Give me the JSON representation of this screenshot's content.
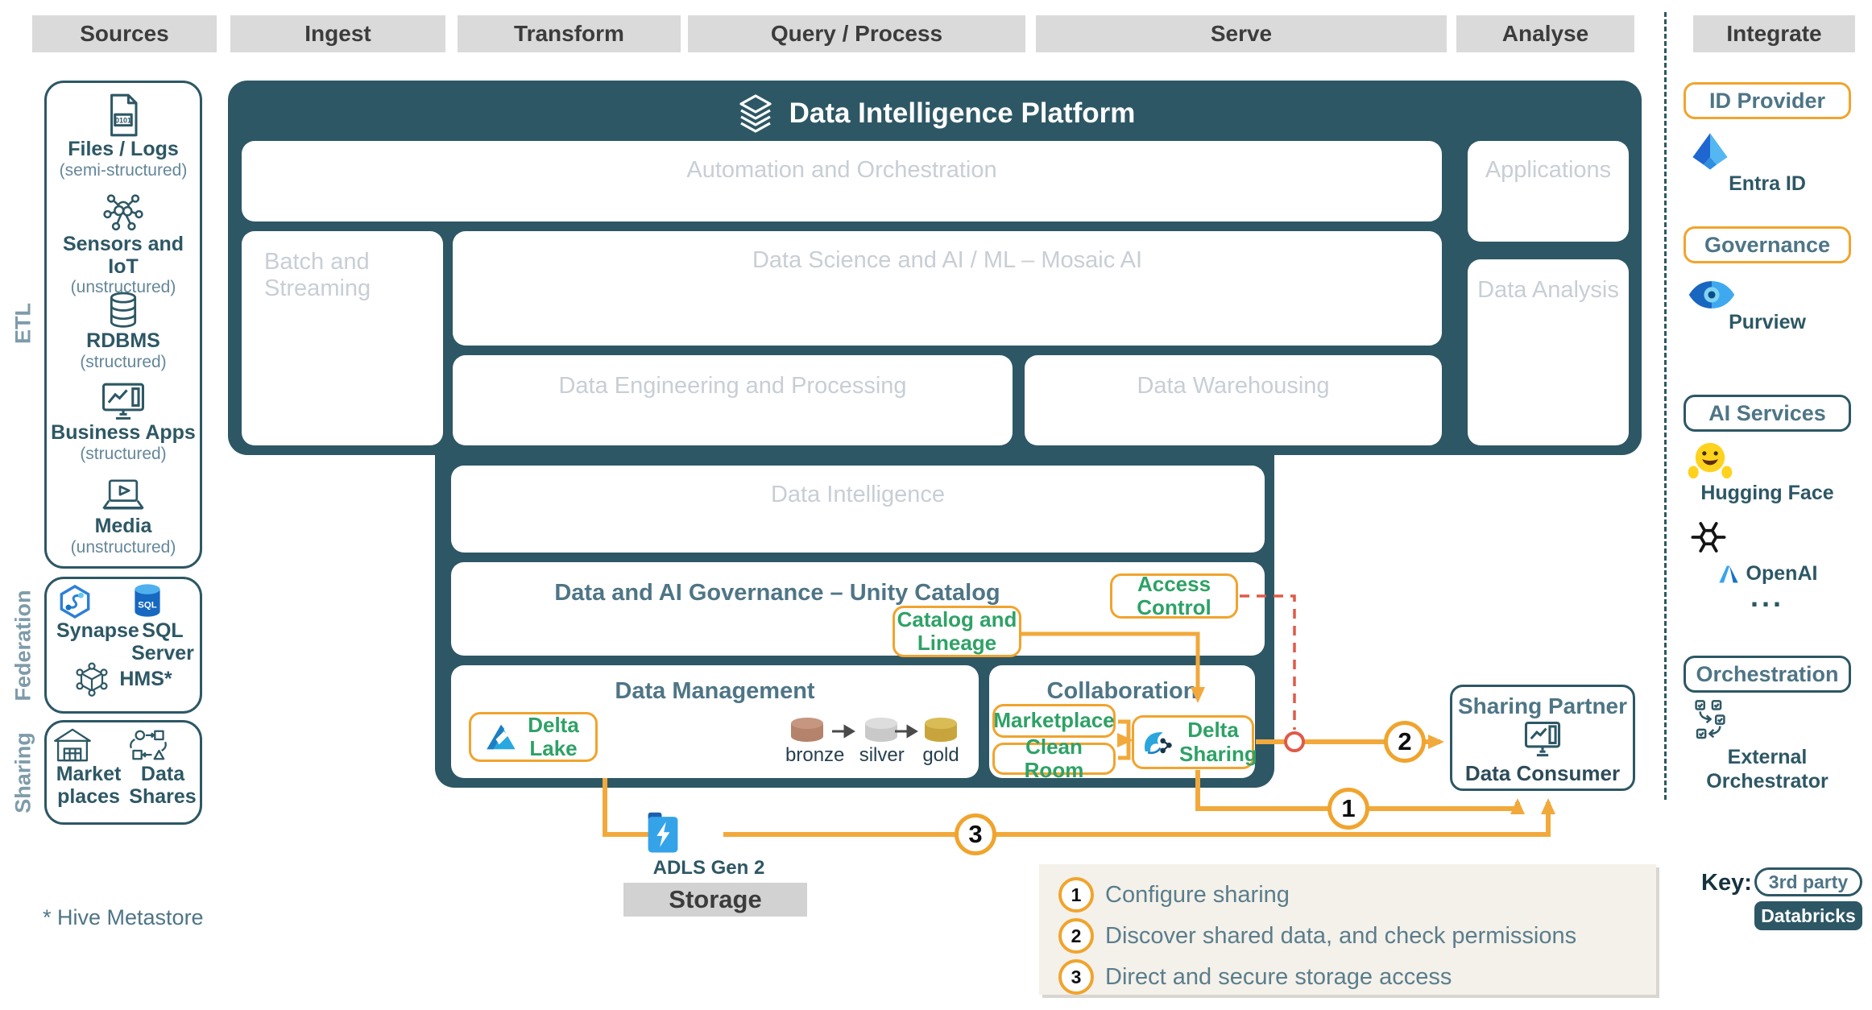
{
  "stages": [
    "Sources",
    "Ingest",
    "Transform",
    "Query / Process",
    "Serve",
    "Analyse"
  ],
  "integrate_label": "Integrate",
  "sources_panel": {
    "etl_label": "ETL",
    "etl_items": [
      {
        "name": "Files / Logs",
        "sub": "(semi-structured)",
        "icon": "file-code-icon"
      },
      {
        "name": "Sensors and IoT",
        "sub": "(unstructured)",
        "icon": "iot-icon"
      },
      {
        "name": "RDBMS",
        "sub": "(structured)",
        "icon": "database-icon"
      },
      {
        "name": "Business Apps",
        "sub": "(structured)",
        "icon": "monitor-chart-icon"
      },
      {
        "name": "Media",
        "sub": "(unstructured)",
        "icon": "media-laptop-icon"
      }
    ],
    "federation_label": "Federation",
    "federation_items": [
      {
        "name": "Synapse",
        "icon": "synapse-icon"
      },
      {
        "name": "SQL Server",
        "icon": "sql-server-icon"
      },
      {
        "name": "HMS*",
        "icon": "hms-cube-icon"
      }
    ],
    "sharing_label": "Sharing",
    "sharing_items": [
      {
        "name": "Market places",
        "icon": "marketplace-warehouse-icon"
      },
      {
        "name": "Data Shares",
        "icon": "data-shares-icon"
      }
    ],
    "footnote": "* Hive Metastore"
  },
  "platform": {
    "title": "Data Intelligence Platform",
    "automation": "Automation and Orchestration",
    "applications": "Applications",
    "batch_streaming": "Batch and Streaming",
    "data_science": "Data Science and AI / ML – Mosaic AI",
    "data_analysis": "Data Analysis",
    "engineering": "Data Engineering and Processing",
    "warehousing": "Data Warehousing",
    "intelligence": "Data Intelligence",
    "governance": "Data and AI Governance – Unity Catalog",
    "access_control": "Access Control",
    "catalog_lineage": "Catalog and Lineage",
    "data_management": "Data Management",
    "delta_lake": "Delta Lake",
    "medallion": [
      "bronze",
      "silver",
      "gold"
    ],
    "collaboration": "Collaboration",
    "marketplace": "Marketplace",
    "clean_room": "Clean Room",
    "delta_sharing": "Delta Sharing"
  },
  "partner": {
    "title": "Sharing Partner",
    "consumer": "Data Consumer"
  },
  "storage": {
    "adls": "ADLS Gen 2",
    "label": "Storage"
  },
  "legend": {
    "items": [
      {
        "num": "1",
        "text": "Configure sharing"
      },
      {
        "num": "2",
        "text": "Discover shared data, and check permissions"
      },
      {
        "num": "3",
        "text": "Direct and secure storage access"
      }
    ]
  },
  "integrate_panel": {
    "id_provider": "ID Provider",
    "entra": "Entra ID",
    "governance": "Governance",
    "purview": "Purview",
    "ai_services": "AI Services",
    "hugging_face": "Hugging Face",
    "openai": "OpenAI",
    "more": "...",
    "orchestration": "Orchestration",
    "external_orchestrator": "External Orchestrator"
  },
  "key": {
    "label": "Key:",
    "third_party": "3rd party",
    "databricks": "Databricks"
  },
  "colors": {
    "teal": "#2d5765",
    "orange": "#f0a42e",
    "green": "#2ea266",
    "steel": "#4e7586",
    "faded_text": "#c8ced5",
    "red_dashed": "#e05a48",
    "header_bg": "#dadada",
    "note_bg": "#f4f1ea",
    "bronze": "#b5826c",
    "silver": "#c9c9c9",
    "gold": "#c8a53c"
  }
}
